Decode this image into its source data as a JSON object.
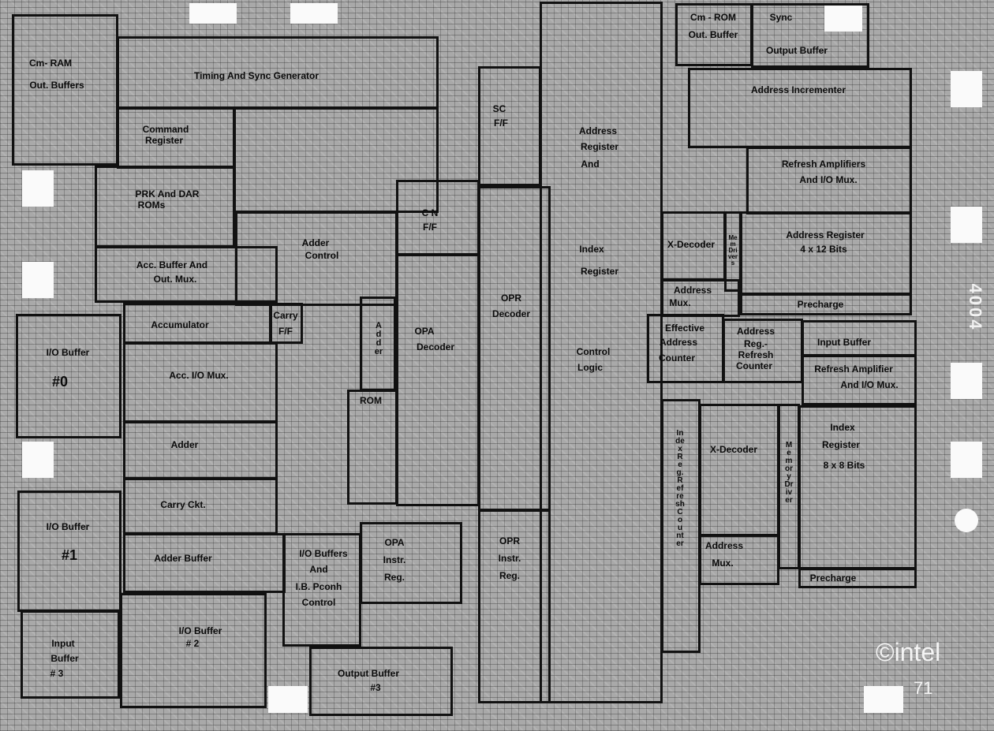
{
  "chip_marking": "4004",
  "logo": "©intel",
  "year": "71",
  "blocks": {
    "cm_ram_out_buffers": [
      "Cm- RAM",
      "Out. Buffers"
    ],
    "timing_sync": "Timing And Sync Generator",
    "command_register": [
      "Command",
      "Register"
    ],
    "prk_dar_roms": [
      "PRK And DAR",
      "ROMs"
    ],
    "adder_control": [
      "Adder",
      "Control"
    ],
    "acc_buffer_out_mux": [
      "Acc. Buffer And",
      "Out. Mux."
    ],
    "accumulator": "Accumulator",
    "carry_ff": [
      "Carry",
      "F/F"
    ],
    "io_buffer_0": [
      "I/O Buffer",
      "#0"
    ],
    "acc_io_mux": "Acc. I/O Mux.",
    "adder": "Adder",
    "carry_ckt": "Carry Ckt.",
    "io_buffer_1": [
      "I/O Buffer",
      "#1"
    ],
    "adder_buffer": "Adder Buffer",
    "io_buffers_lb_pconh": [
      "I/O Buffers",
      "And",
      "I.B. Pconh",
      "Control"
    ],
    "input_buffer_3": [
      "Input",
      "Buffer",
      "# 3"
    ],
    "io_buffer_2": [
      "I/O Buffer",
      "# 2"
    ],
    "output_buffer_3": [
      "Output Buffer",
      "#3"
    ],
    "adder_vertical": "Adder",
    "rom": "ROM",
    "cn_ff": [
      "C N",
      "F/F"
    ],
    "sc_ff": [
      "SC",
      "F/F"
    ],
    "opa_decoder": [
      "OPA",
      "Decoder"
    ],
    "opa_instr_reg": [
      "OPA",
      "Instr.",
      "Reg."
    ],
    "opr_decoder": [
      "OPR",
      "Decoder"
    ],
    "opr_instr_reg": [
      "OPR",
      "Instr.",
      "Reg."
    ],
    "address_register_and_index": [
      "Address",
      "Register",
      "And",
      "",
      "",
      "",
      "",
      "Index",
      "",
      "Register",
      "",
      "",
      "",
      "",
      "Control",
      "Logic"
    ],
    "cm_rom_out_buffer": [
      "Cm - ROM",
      "Out. Buffer"
    ],
    "sync_output_buffer": [
      "Sync",
      "Output Buffer"
    ],
    "address_incrementer": "Address Incrementer",
    "refresh_amplifiers_top": [
      "Refresh Amplifiers",
      "And I/O Mux."
    ],
    "x_decoder_top": "X-Decoder",
    "mem_drivers_top": "Mem Drivers",
    "address_register_4x12": [
      "Address Register",
      "4 x 12 Bits"
    ],
    "address_mux_top": [
      "Address",
      "Mux."
    ],
    "precharge_top": "Precharge",
    "effective_address_counter": [
      "Effective",
      "Address",
      "Counter"
    ],
    "address_reg_refresh_counter": [
      "Address",
      "Reg.-",
      "Refresh",
      "Counter"
    ],
    "input_buffer": "Input Buffer",
    "refresh_amplifier_bottom": [
      "Refresh Amplifier",
      "And I/O Mux."
    ],
    "index_reg_refresh_counter": "Index Reg. Refresh Counter",
    "x_decoder_bottom": "X-Decoder",
    "memory_driver": "Memory Driver",
    "index_register_8x8": [
      "Index",
      "Register",
      "8 x 8 Bits"
    ],
    "address_mux_bottom": [
      "Address",
      "Mux."
    ],
    "precharge_bottom": "Precharge"
  }
}
